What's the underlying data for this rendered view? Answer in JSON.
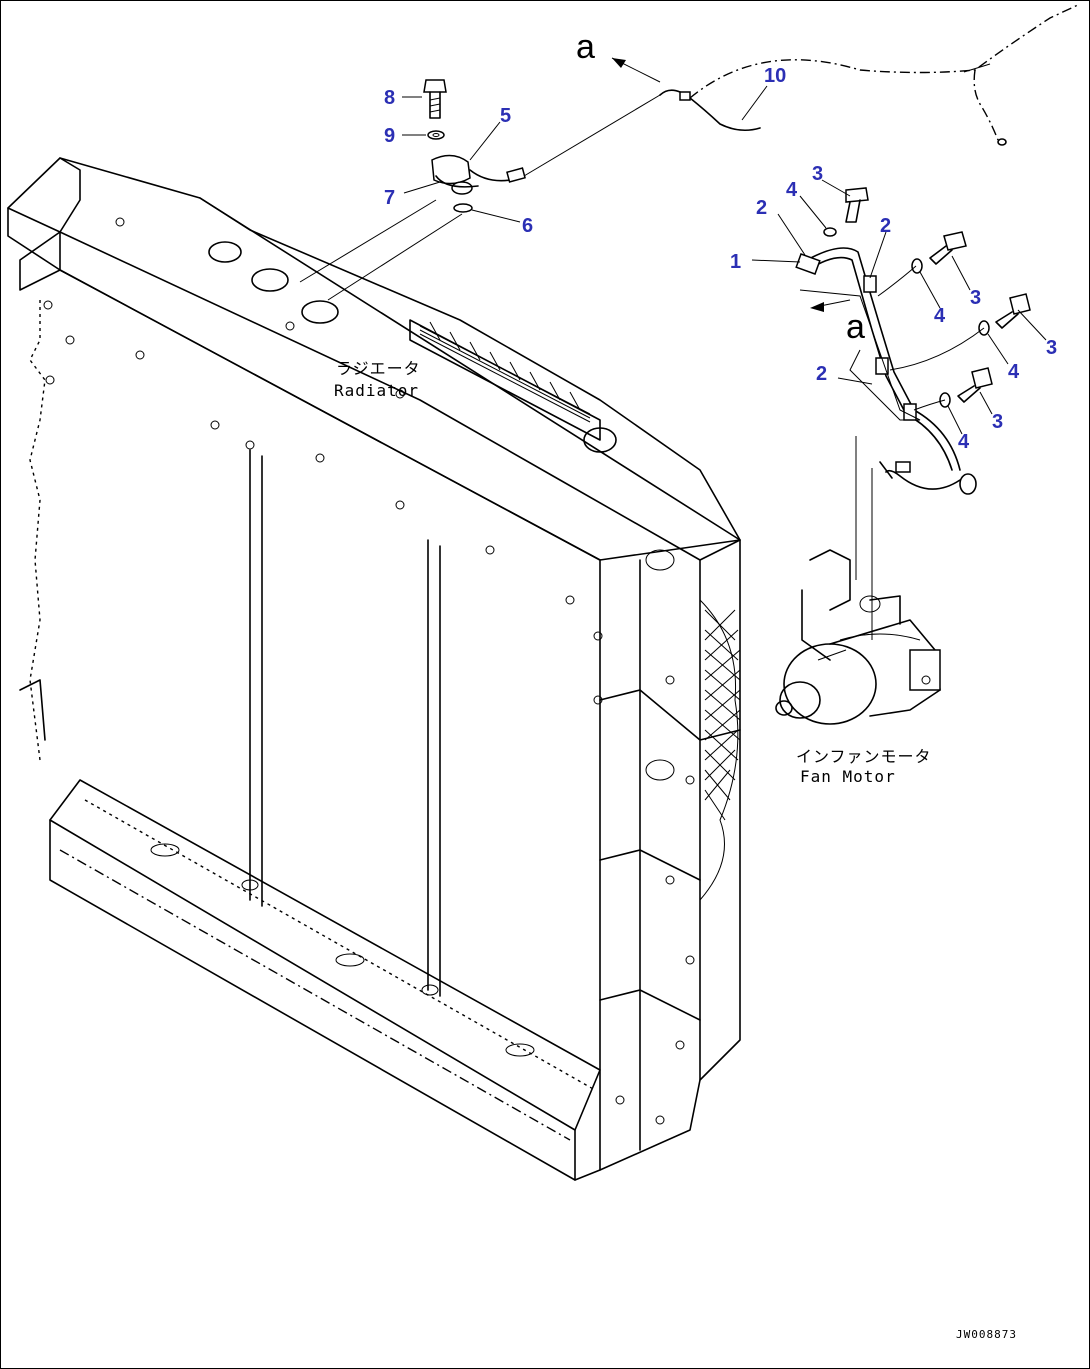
{
  "callouts": {
    "c1": "1",
    "c2a": "2",
    "c2b": "2",
    "c2c": "2",
    "c3a": "3",
    "c3b": "3",
    "c3c": "3",
    "c3d": "3",
    "c4a": "4",
    "c4b": "4",
    "c4c": "4",
    "c4d": "4",
    "c5": "5",
    "c6": "6",
    "c7": "7",
    "c8": "8",
    "c9": "9",
    "c10": "10"
  },
  "labels": {
    "radiator_jp": "ラジエータ",
    "radiator_en": "Radiator",
    "fan_motor_jp": "インファンモータ",
    "fan_motor_en": "Fan Motor",
    "ref_top": "a",
    "ref_mid": "a",
    "drawing_code": "JW008873"
  },
  "colors": {
    "callout": "#2b2fb4",
    "line": "#000000"
  }
}
